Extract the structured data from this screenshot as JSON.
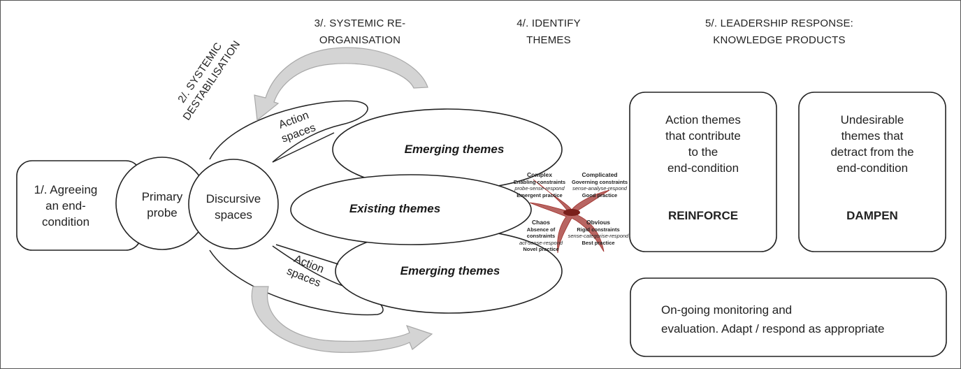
{
  "headers": {
    "h2": "2/. SYSTEMIC DESTABILISATION",
    "h3_line1": "3/. SYSTEMIC RE-",
    "h3_line2": "ORGANISATION",
    "h4_line1": "4/. IDENTIFY",
    "h4_line2": "THEMES",
    "h5_line1": "5/. LEADERSHIP RESPONSE:",
    "h5_line2": "KNOWLEDGE PRODUCTS"
  },
  "step1": {
    "line1": "1/. Agreeing",
    "line2": "an end-",
    "line3": "condition"
  },
  "primary_probe": {
    "line1": "Primary",
    "line2": "probe"
  },
  "discursive": {
    "line1": "Discursive",
    "line2": "spaces"
  },
  "action_spaces_top": {
    "line1": "Action",
    "line2": "spaces"
  },
  "action_spaces_bottom": {
    "line1": "Action",
    "line2": "spaces"
  },
  "themes": {
    "emerging_top": "Emerging themes",
    "existing": "Existing themes",
    "emerging_bottom": "Emerging themes"
  },
  "cynefin": {
    "complex": {
      "title": "Complex",
      "constraint": "Enabling constraints",
      "method": "probe-sense-respond",
      "practice": "Emergent practice"
    },
    "complicated": {
      "title": "Complicated",
      "constraint": "Governing constraints",
      "method": "sense-analyse-respond",
      "practice": "Good practice"
    },
    "chaos": {
      "title": "Chaos",
      "constraint": "Absence of constraints",
      "method": "act-sense-respond",
      "practice": "Novel practice"
    },
    "obvious": {
      "title": "Obvious",
      "constraint": "Rigid constraints",
      "method": "sense-categorise-respond",
      "practice": "Best practice"
    }
  },
  "reinforce_box": {
    "line1": "Action themes",
    "line2": "that contribute",
    "line3": "to the",
    "line4": "end-condition",
    "action": "REINFORCE"
  },
  "dampen_box": {
    "line1": "Undesirable",
    "line2": "themes that",
    "line3": "detract from the",
    "line4": "end-condition",
    "action": "DAMPEN"
  },
  "monitor_box": {
    "line1": "On-going monitoring and",
    "line2": "evaluation. Adapt / respond as appropriate"
  },
  "colors": {
    "stroke": "#222222",
    "arrow_fill": "#d4d4d4",
    "arrow_stroke": "#a8a8a8",
    "cynefin": "#a0312d"
  }
}
